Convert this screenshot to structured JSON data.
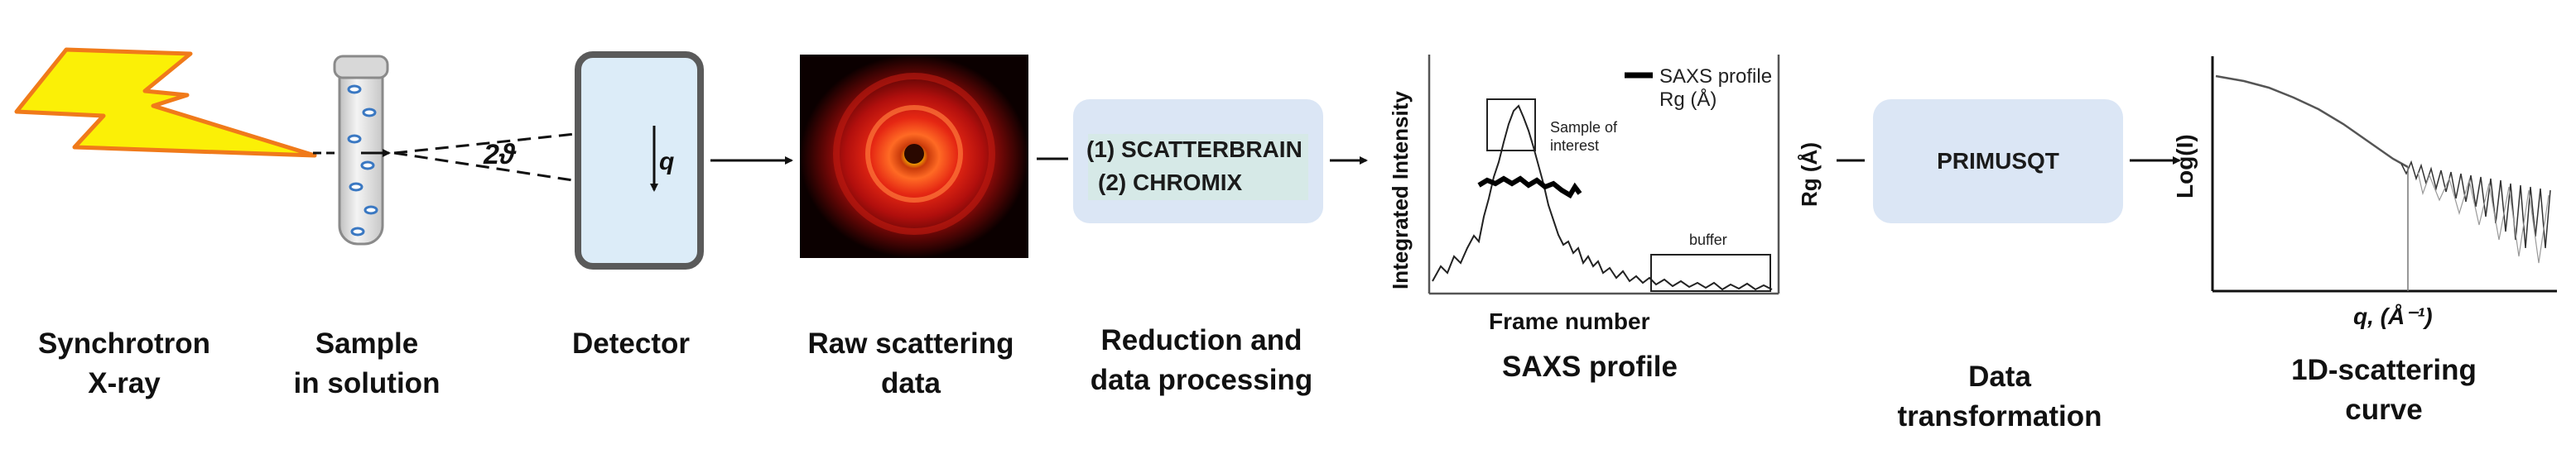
{
  "stages": [
    {
      "id": "synchrotron",
      "lines": [
        "Synchrotron",
        "X-ray"
      ]
    },
    {
      "id": "sample",
      "lines": [
        "Sample",
        "in solution"
      ]
    },
    {
      "id": "detector",
      "lines": [
        "Detector"
      ]
    },
    {
      "id": "raw",
      "lines": [
        "Raw scattering",
        "data"
      ]
    },
    {
      "id": "reduction",
      "lines": [
        "Reduction and",
        "data processing"
      ]
    },
    {
      "id": "saxs",
      "lines": [
        "SAXS profile"
      ]
    },
    {
      "id": "transformation",
      "lines": [
        "Data",
        "transformation"
      ]
    },
    {
      "id": "curve",
      "lines": [
        "1D-scattering",
        "curve"
      ]
    }
  ],
  "detector": {
    "angle_label": "2ϑ",
    "q_label": "q"
  },
  "processing": {
    "line1": "(1)  SCATTERBRAIN",
    "line2": "(2)  CHROMIX"
  },
  "transform": {
    "label": "PRIMUSQT"
  },
  "saxs_plot": {
    "ylabel": "Integrated Intensity",
    "xlabel": "Frame number",
    "y2label": "Rg (Å)",
    "legend_line1": "SAXS profile",
    "legend_line2": "Rg (Å)",
    "annot_sample_1": "Sample of",
    "annot_sample_2": "interest",
    "annot_buffer": "buffer"
  },
  "curve_plot": {
    "ylabel": "Log(I)",
    "xlabel": "q, (Å⁻¹)"
  },
  "colors": {
    "bolt_fill": "#fbf006",
    "bolt_edge": "#f07a1a",
    "box_fill": "#dbe6f5",
    "detector_fill": "#dcecf8",
    "detector_edge": "#5a5a5a"
  }
}
